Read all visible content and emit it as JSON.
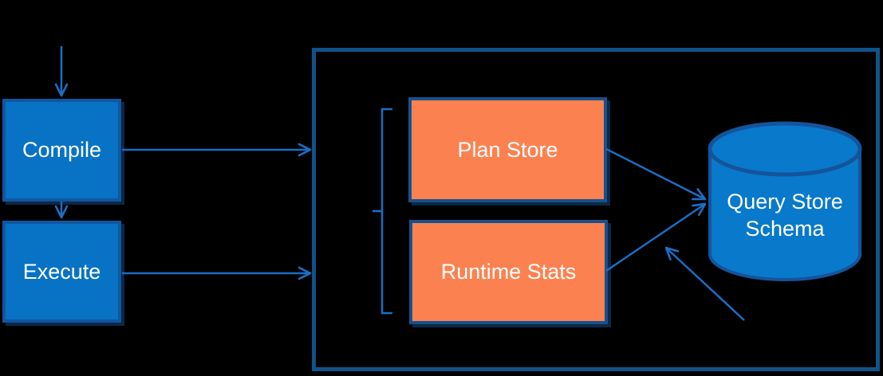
{
  "nodes": {
    "compile": {
      "label": "Compile"
    },
    "execute": {
      "label": "Execute"
    },
    "plan_store": {
      "label": "Plan Store"
    },
    "runtime_stats": {
      "label": "Runtime Stats"
    },
    "query_store_schema": {
      "label": "Query Store Schema"
    }
  },
  "colors": {
    "background": "#000000",
    "process_fill": "#0873C5",
    "process_border": "#11569F",
    "store_fill": "#FB8250",
    "store_border": "#17518C",
    "container_border": "#0F5389",
    "cylinder_fill": "#0979CB",
    "cylinder_border": "#14549C",
    "cylinder_shadow": "#0B3B66",
    "arrow": "#1B6EC4",
    "label_text": "#FFFFFF"
  }
}
